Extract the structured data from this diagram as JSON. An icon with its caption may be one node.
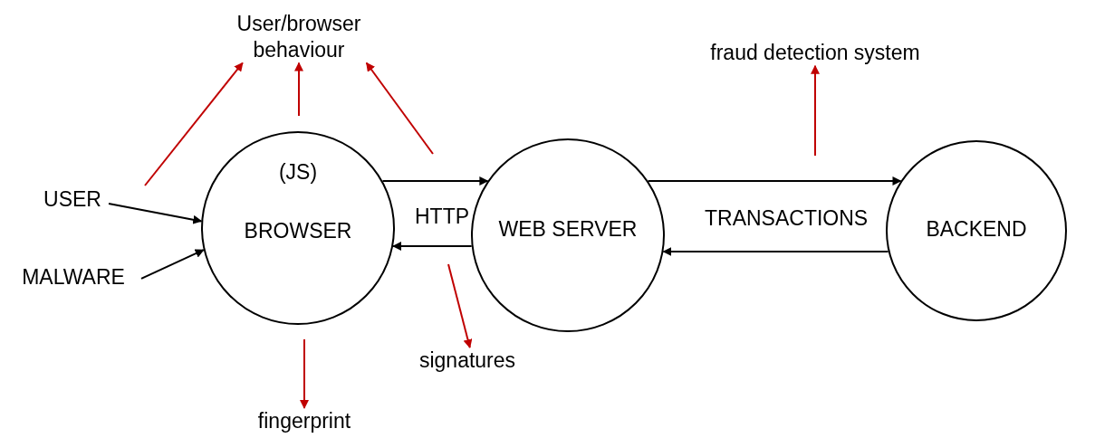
{
  "diagram": {
    "nodes": [
      {
        "text": [
          "USER"
        ]
      },
      {
        "text": [
          "MALWARE"
        ]
      },
      {
        "text": [
          "(JS)",
          "BROWSER"
        ]
      },
      {
        "text": [
          "WEB SERVER"
        ]
      },
      {
        "text": [
          "BACKEND"
        ]
      },
      {
        "text": [
          "User/browser behaviour"
        ]
      },
      {
        "text": [
          "fingerprint"
        ]
      },
      {
        "text": [
          "signatures"
        ]
      },
      {
        "text": [
          "fraud detection system"
        ]
      }
    ],
    "edges": [
      {
        "from": 0,
        "to": 2,
        "arrow": "to",
        "color": "#000000"
      },
      {
        "from": 1,
        "to": 2,
        "arrow": "to",
        "color": "#000000"
      },
      {
        "from": null,
        "to": 5,
        "arrow": "to",
        "color": "#c00000"
      },
      {
        "from": null,
        "to": 5,
        "arrow": "to",
        "color": "#c00000"
      },
      {
        "from": null,
        "to": 5,
        "arrow": "to",
        "color": "#c00000"
      },
      {
        "from": 2,
        "to": 3,
        "arrow": "to",
        "color": "#000000"
      },
      {
        "from": 3,
        "to": 2,
        "arrow": "to",
        "color": "#000000"
      },
      {
        "from": null,
        "to": 7,
        "arrow": "to",
        "color": "#c00000"
      },
      {
        "from": null,
        "to": 6,
        "arrow": "to",
        "color": "#c00000"
      },
      {
        "from": null,
        "to": 8,
        "arrow": "to",
        "color": "#c00000"
      },
      {
        "from": 3,
        "to": 4,
        "arrow": "to",
        "color": "#000000"
      },
      {
        "from": 4,
        "to": 3,
        "arrow": "to",
        "color": "#000000"
      }
    ],
    "labels": [
      "HTTP",
      "TRANSACTIONS"
    ]
  }
}
